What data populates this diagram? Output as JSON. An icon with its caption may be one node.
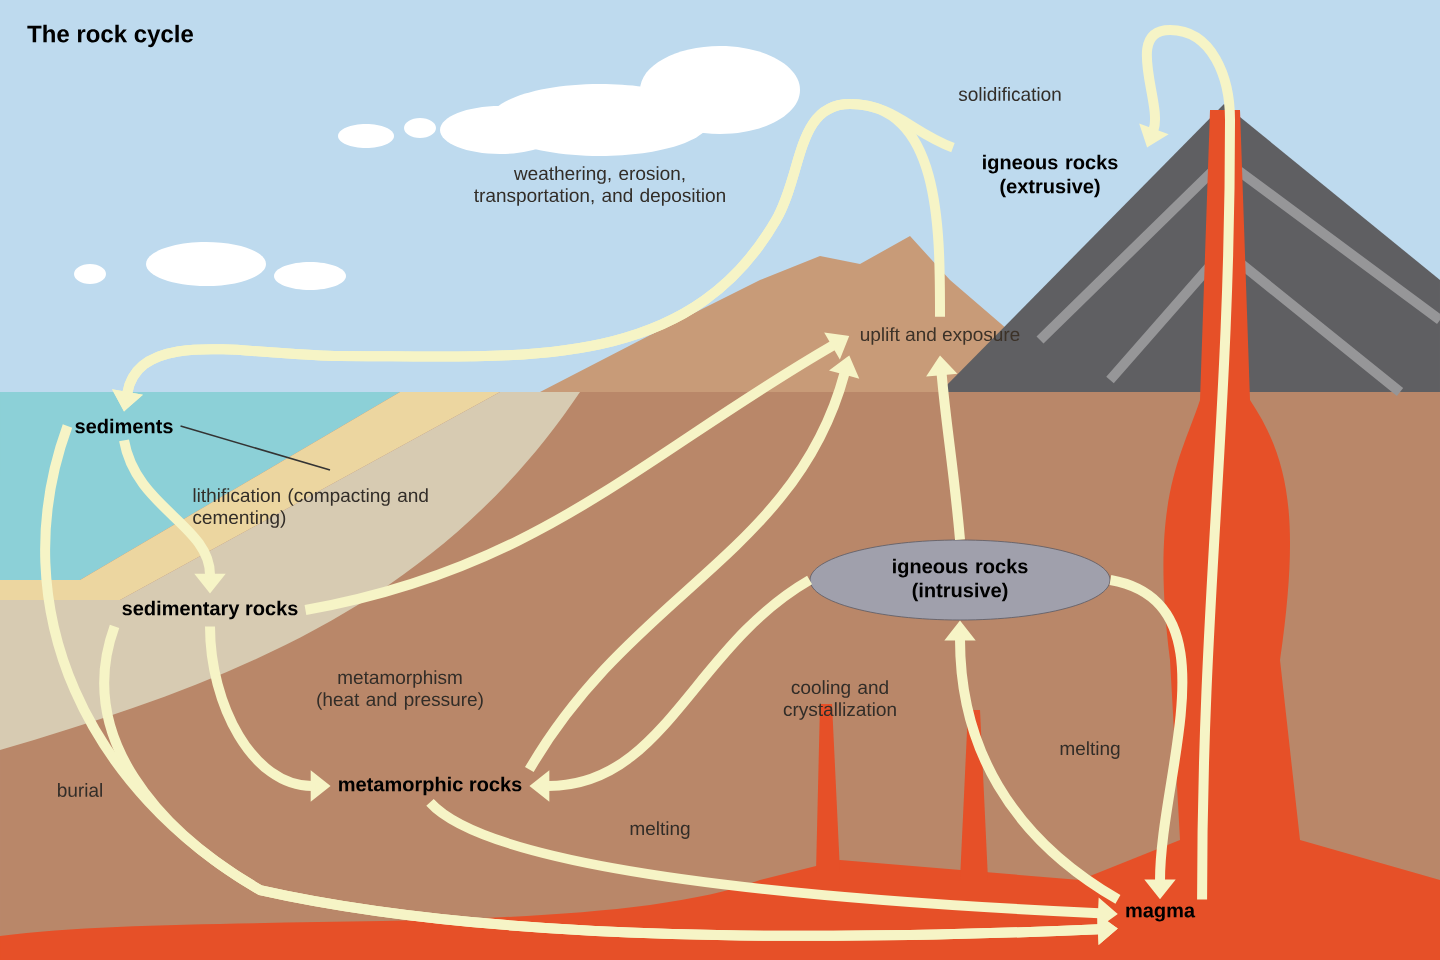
{
  "diagram": {
    "title": "The rock cycle",
    "nodes": [
      {
        "text": [
          "sediments"
        ]
      },
      {
        "text": [
          "sedimentary rocks"
        ]
      },
      {
        "text": [
          "metamorphic rocks"
        ]
      },
      {
        "text": [
          "igneous rocks (intrusive)"
        ]
      },
      {
        "text": [
          "magma"
        ]
      },
      {
        "text": [
          "igneous rocks (extrusive)"
        ]
      },
      {
        "text": [
          "uplift and exposure"
        ]
      }
    ],
    "edges": [
      {
        "from": 0,
        "to": 1,
        "arrow": "to",
        "label": "lithification (compacting and cementing)"
      },
      {
        "from": 1,
        "to": 6,
        "arrow": "to"
      },
      {
        "from": 2,
        "to": 6,
        "arrow": "to"
      },
      {
        "from": 3,
        "to": 6,
        "arrow": "to"
      },
      {
        "from": 6,
        "to": 0,
        "arrow": "to",
        "label": "weathering, erosion, transportation, and deposition"
      },
      {
        "from": 5,
        "to": 0,
        "arrow": "to"
      },
      {
        "from": 4,
        "to": 5,
        "arrow": "to",
        "label": "solidification"
      },
      {
        "from": 1,
        "to": 2,
        "arrow": "to",
        "label": "metamorphism (heat and pressure)"
      },
      {
        "from": 0,
        "to": 4,
        "arrow": "to"
      },
      {
        "from": 1,
        "to": 4,
        "arrow": "to",
        "label": "burial"
      },
      {
        "from": 2,
        "to": 4,
        "arrow": "to",
        "label": "melting"
      },
      {
        "from": 4,
        "to": 3,
        "arrow": "to",
        "label": "cooling and crystallization"
      },
      {
        "from": 3,
        "to": 4,
        "arrow": "to",
        "label": "melting"
      },
      {
        "from": 0,
        "to": null,
        "arrow": "none",
        "color": "#333333"
      },
      {
        "from": 3,
        "to": 2,
        "arrow": "to"
      }
    ]
  }
}
